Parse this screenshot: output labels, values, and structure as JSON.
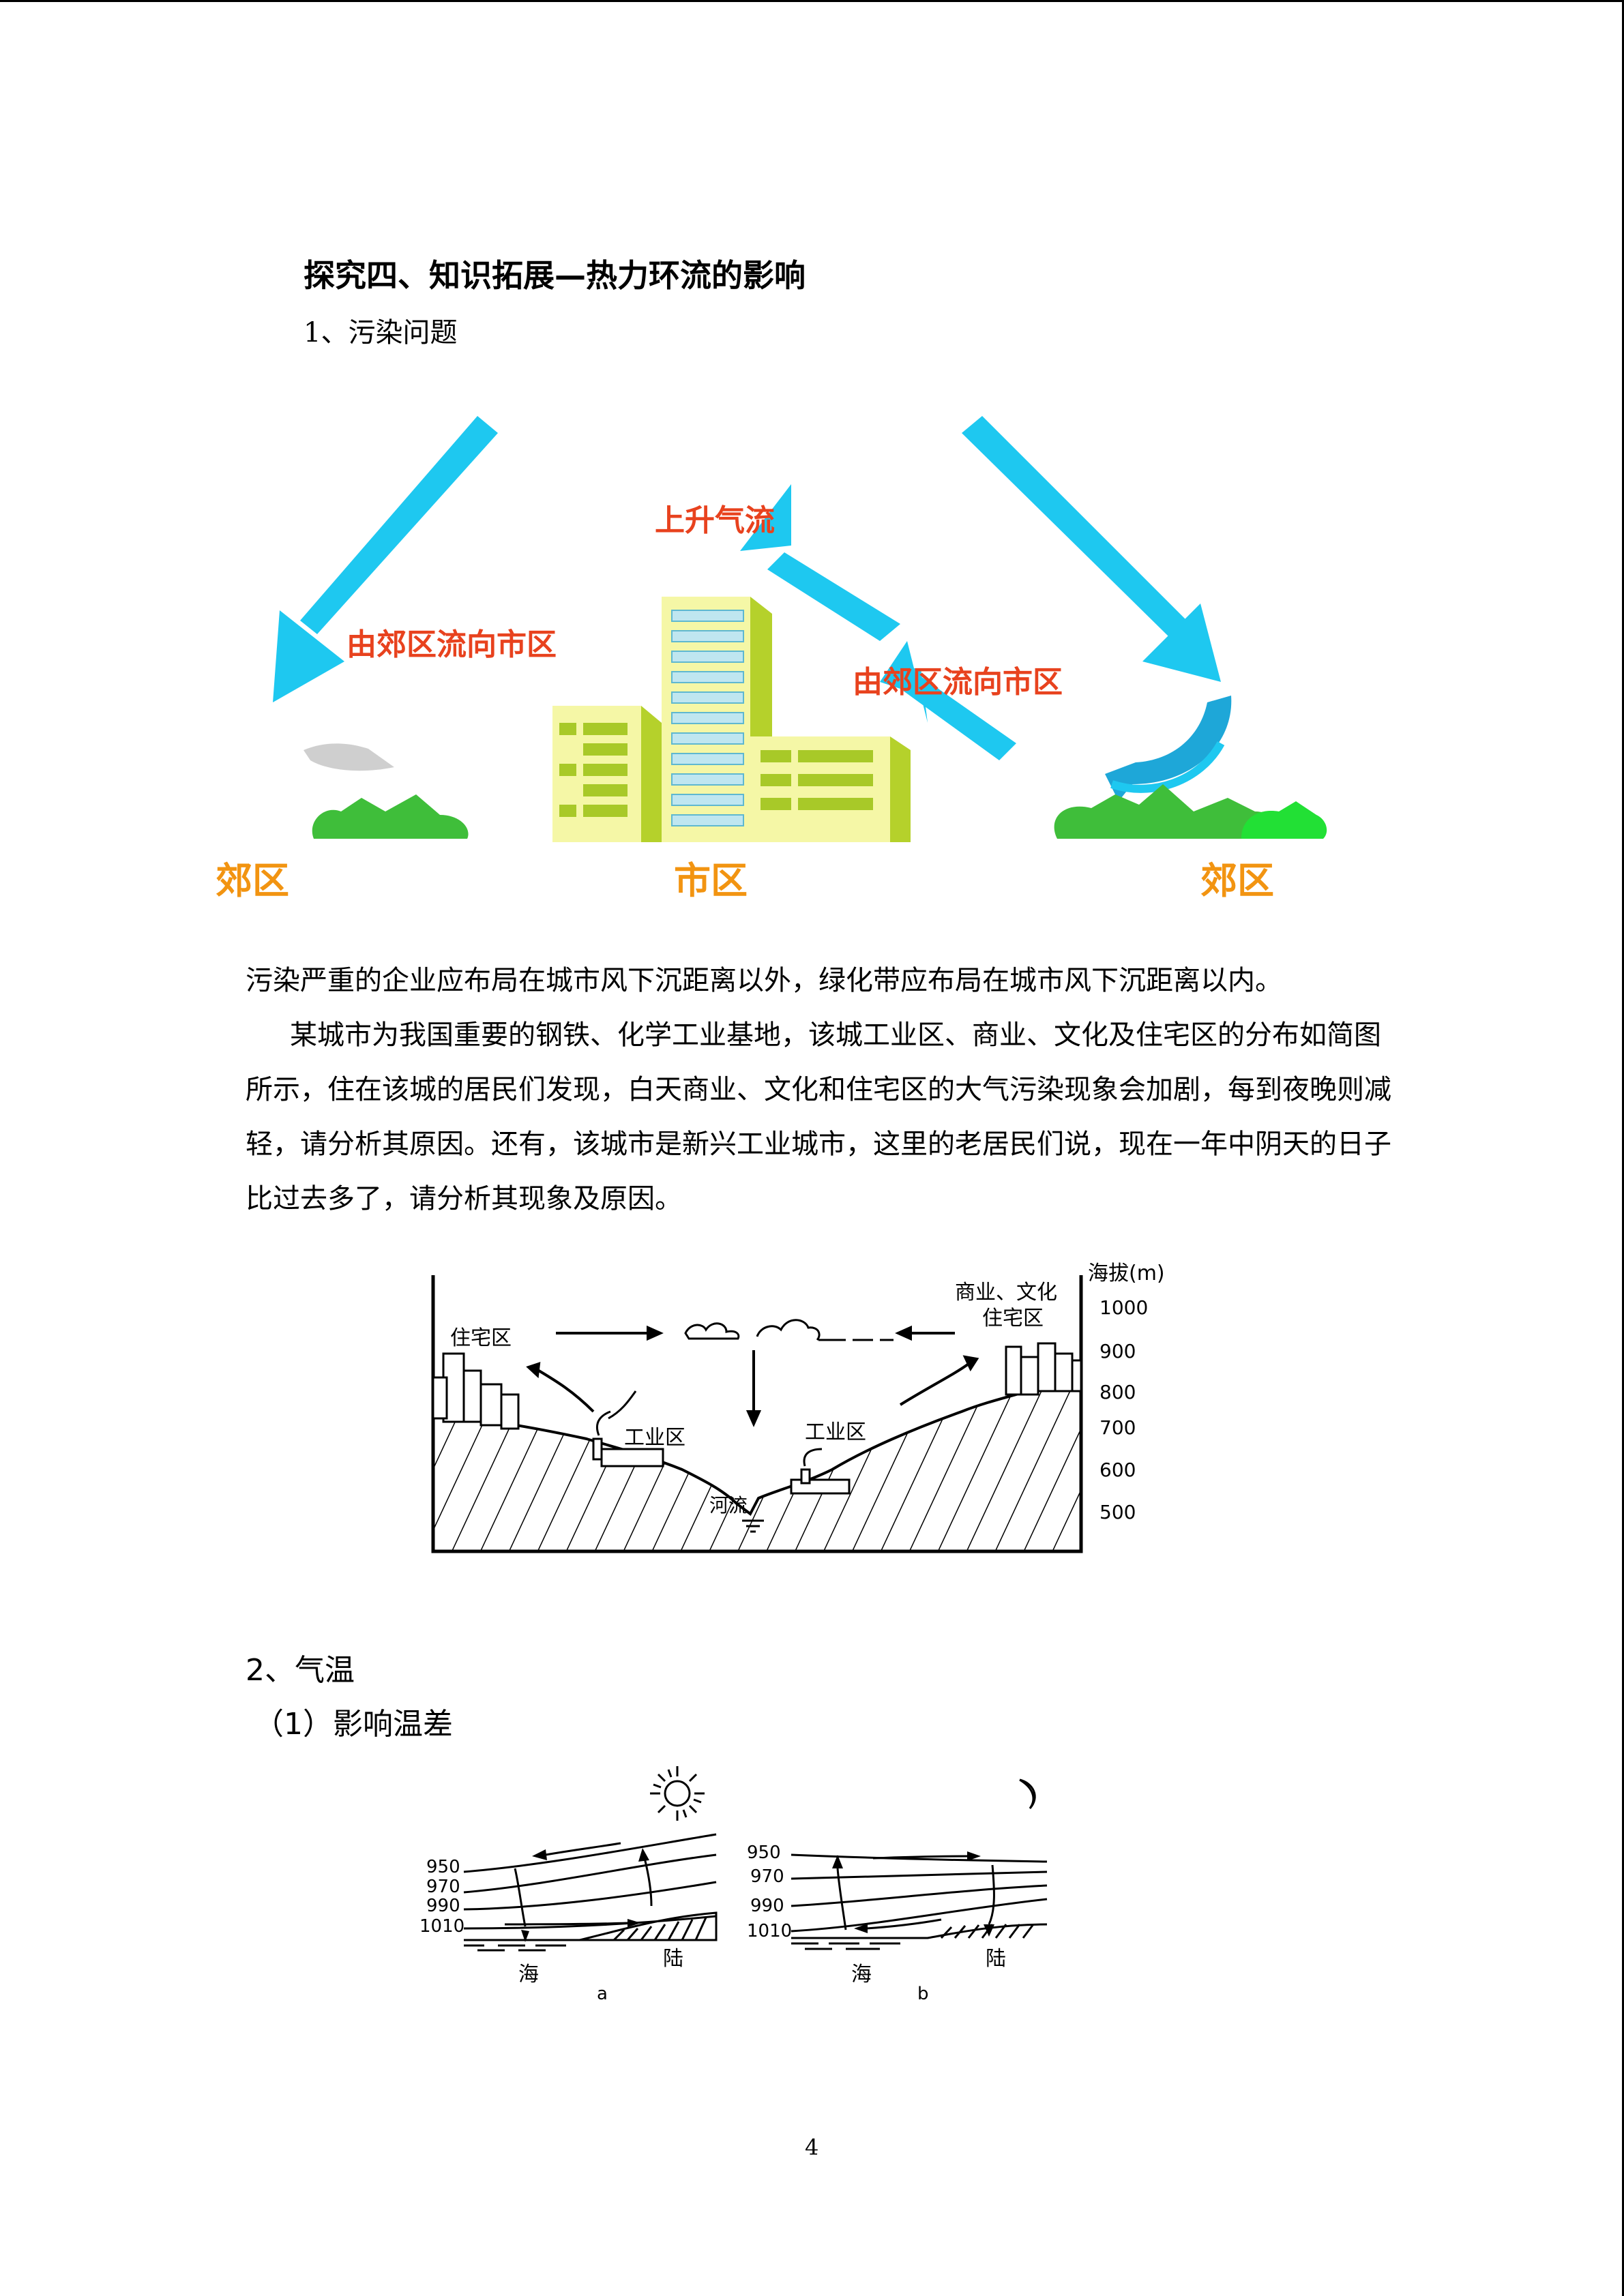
{
  "section_title": "探究四、知识拓展—热力环流的影响",
  "sub1_title": "1、污染问题",
  "figure1": {
    "label_rising": "上升气流",
    "label_flow_left": "由郊区流向市区",
    "label_flow_right": "由郊区流向市区",
    "zone_left": "郊区",
    "zone_center": "市区",
    "zone_right": "郊区"
  },
  "para1": "污染严重的企业应布局在城市风下沉距离以外，绿化带应布局在城市风下沉距离以内。",
  "para2": "某城市为我国重要的钢铁、化学工业基地，该城工业区、商业、文化及住宅区的分布如简图所示，住在该城的居民们发现，白天商业、文化和住宅区的大气污染现象会加剧，每到夜晚则减轻，请分析其原因。还有，该城市是新兴工业城市，这里的老居民们说，现在一年中阴天的日子比过去多了，请分析其现象及原因。",
  "figure2": {
    "axis_title": "海拔(m)",
    "ticks": [
      "1000",
      "900",
      "800",
      "700",
      "600",
      "500"
    ],
    "label_residential_left": "住宅区",
    "label_commercial_line1": "商业、文化",
    "label_commercial_line2": "住宅区",
    "label_industrial_left": "工业区",
    "label_industrial_right": "工业区",
    "label_river": "河流"
  },
  "sub2_title": "2、气温",
  "sub2_1_title": "（1）影响温差",
  "figure3": {
    "a": {
      "isobars": [
        "950",
        "970",
        "990",
        "1010"
      ],
      "sea": "海",
      "land": "陆",
      "caption": "a"
    },
    "b": {
      "isobars": [
        "950",
        "970",
        "990",
        "1010"
      ],
      "sea": "海",
      "land": "陆",
      "caption": "b"
    }
  },
  "page_number": "4"
}
